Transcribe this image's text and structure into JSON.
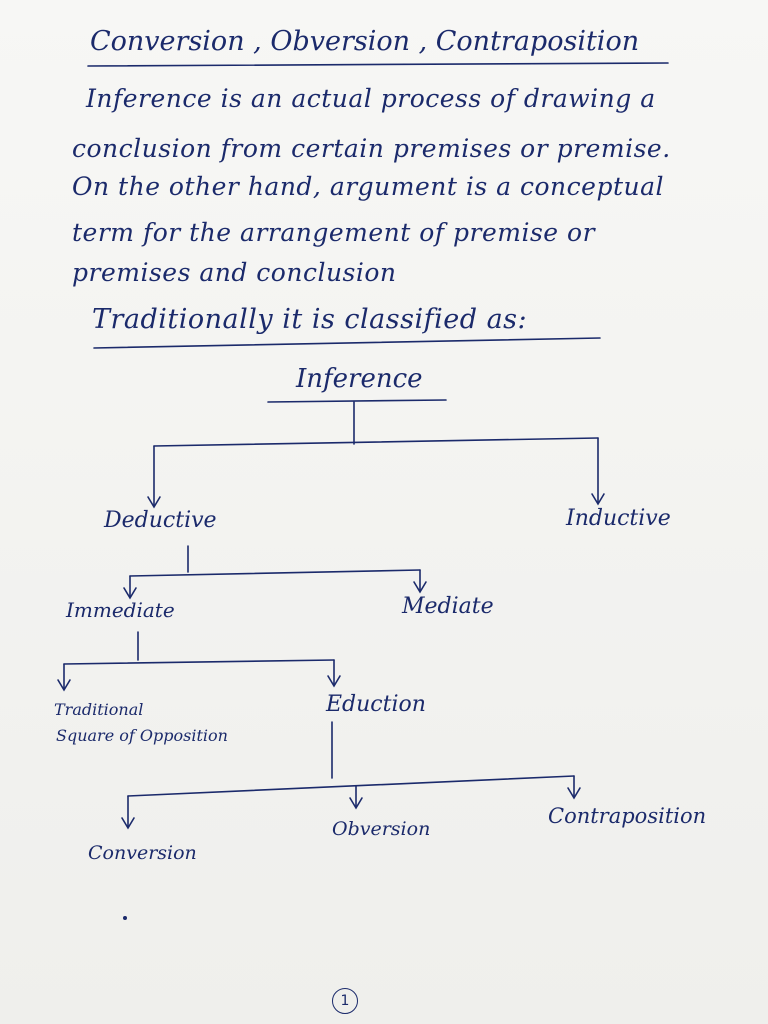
{
  "title": "Conversion , Obversion , Contraposition",
  "paragraph": {
    "line1": "Inference is an actual process of drawing a",
    "line2": "conclusion from certain premises or premise.",
    "line3": "On the other hand, argument is a conceptual",
    "line4": "term for the arrangement of premise or",
    "line5": "premises and conclusion",
    "line6": "Traditionally it is classified as:"
  },
  "diagram": {
    "root": "Inference",
    "deductive": "Deductive",
    "inductive": "Inductive",
    "immediate": "Immediate",
    "mediate": "Mediate",
    "traditional_line1": "Traditional",
    "traditional_line2": "Square of Opposition",
    "eduction": "Eduction",
    "conversion": "Conversion",
    "obversion": "Obversion",
    "contraposition": "Contraposition"
  },
  "page_number": "1"
}
